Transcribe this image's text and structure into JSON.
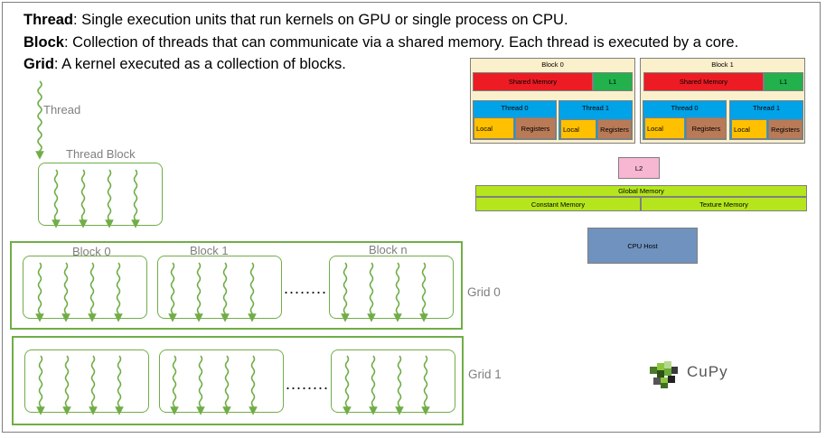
{
  "definitions": [
    {
      "term": "Thread",
      "text": ": Single execution units that run kernels on GPU or  single process on CPU."
    },
    {
      "term": "Block",
      "text": ": Collection of threads that can communicate via a shared memory. Each thread is executed by a core."
    },
    {
      "term": "Grid",
      "text": ": A kernel executed as a collection of blocks."
    }
  ],
  "labels": {
    "thread": "Thread",
    "thread_block": "Thread Block",
    "block0": "Block 0",
    "block1": "Block 1",
    "blockn": "Block n",
    "grid0": "Grid  0",
    "grid1": "Grid  1",
    "ellipsis": "........"
  },
  "memory": {
    "blocks": [
      {
        "title": "Block 0",
        "shared": "Shared Memory",
        "l1": "L1",
        "threads": [
          {
            "name": "Thread 0",
            "local": "Local",
            "regs": "Registers"
          },
          {
            "name": "Thread 1",
            "local": "Local",
            "regs": "Registers"
          }
        ]
      },
      {
        "title": "Block 1",
        "shared": "Shared Memory",
        "l1": "L1",
        "threads": [
          {
            "name": "Thread 0",
            "local": "Local",
            "regs": "Registers"
          },
          {
            "name": "Thread 1",
            "local": "Local",
            "regs": "Registers"
          }
        ]
      }
    ],
    "l2": "L2",
    "global": "Global Memory",
    "constant": "Constant Memory",
    "texture": "Texture Memory",
    "cpu_host": "CPU Host"
  },
  "logo": {
    "text": "CuPy"
  },
  "colors": {
    "thread_green": "#70ad47",
    "shared_red": "#ed1c24",
    "l1_green": "#22b14c",
    "thread_blue": "#00a2e8",
    "local_yellow": "#ffc000",
    "regs_brown": "#b97a57",
    "l2_pink": "#f7b6d2",
    "global_lime": "#b5e61d",
    "cpu_blue": "#7092be",
    "block_cream": "#fbf0cc"
  }
}
